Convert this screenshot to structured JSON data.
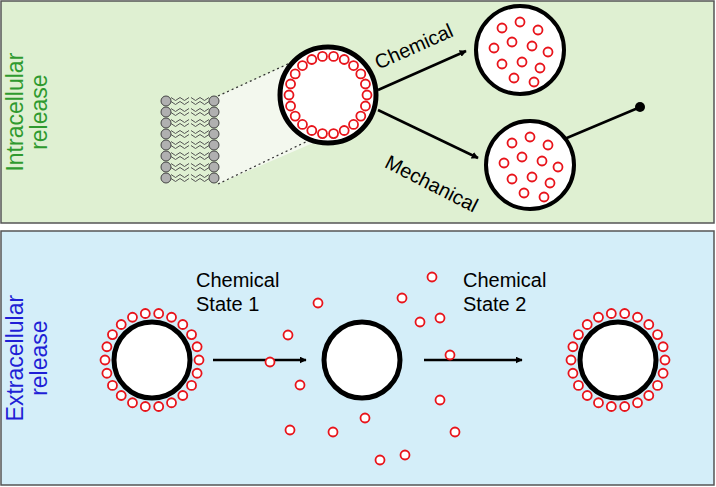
{
  "diagram": {
    "nodes": [
      {
        "text": [
          "Intracellular release"
        ]
      },
      {
        "text": [
          "Extracellular release"
        ]
      }
    ],
    "labels": [
      "Chemical",
      "Mechanical",
      "Chemical State 1",
      "Chemical State 2"
    ]
  }
}
